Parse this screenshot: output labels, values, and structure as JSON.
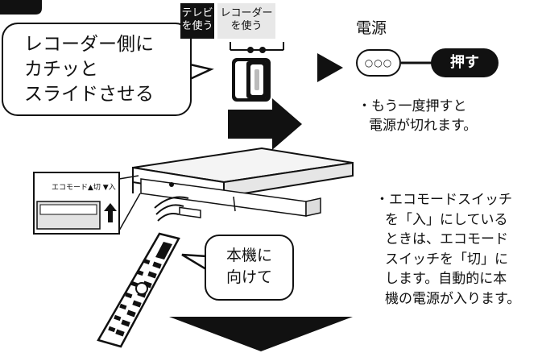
{
  "callout": {
    "lines": [
      "レコーダー側に",
      "カチッと",
      "スライドさせる"
    ]
  },
  "switch": {
    "tv_lines": [
      "テレビ",
      "を使う"
    ],
    "recorder_lines": [
      "レコーダー",
      "を使う"
    ]
  },
  "power": {
    "title": "電源",
    "button_label": "○○○",
    "action": "押す"
  },
  "notes": {
    "power_off": [
      "・もう一度押すと",
      "電源が切れます。"
    ],
    "eco_mode": [
      "・エコモードスイッチ",
      "を「入」にしている",
      "ときは、エコモード",
      "スイッチを「切」に",
      "します。自動的に本",
      "機の電源が入ります。"
    ]
  },
  "device": {
    "eco_switch_label": "エコモード▲切 ▼入"
  },
  "remote_callout": {
    "lines": [
      "本機に",
      "向けて"
    ]
  },
  "colors": {
    "ink": "#111111",
    "panel_gray": "#cfcfcf",
    "accent_dark": "#111111"
  }
}
